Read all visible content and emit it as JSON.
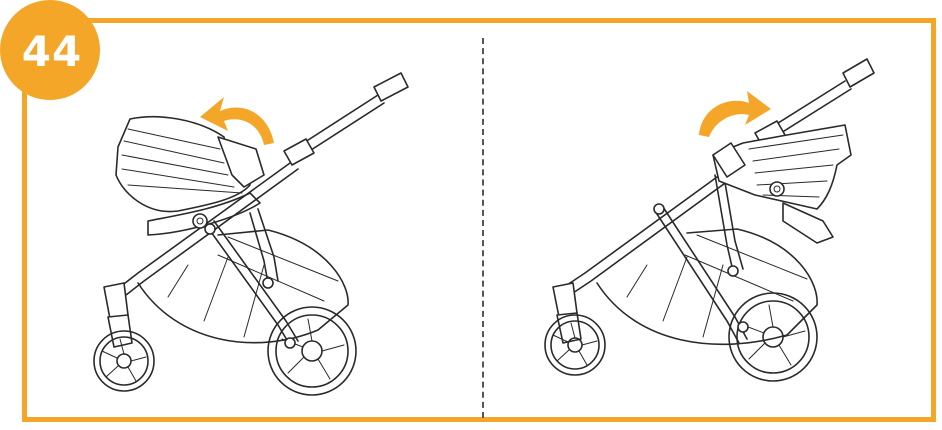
{
  "step": {
    "number": "44"
  },
  "colors": {
    "accent": "#F4A629",
    "line": "#2a2a2a",
    "divider": "#555555"
  },
  "panels": [
    {
      "arrow_direction": "counter-clockwise",
      "seat_orientation": "facing-backward"
    },
    {
      "arrow_direction": "clockwise",
      "seat_orientation": "facing-forward"
    }
  ]
}
